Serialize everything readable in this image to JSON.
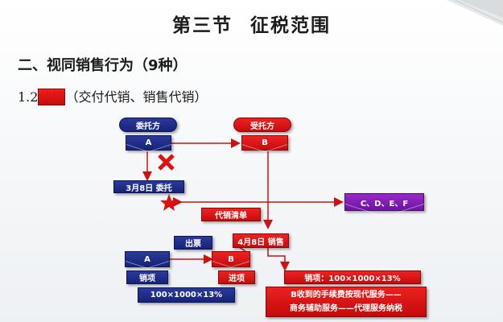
{
  "slide": {
    "title_left": "第三节",
    "title_right": "征税范围",
    "heading": "二、视同销售行为（9种）",
    "subheading_prefix": "1.2",
    "subheading_red": "代销",
    "subheading_rest": "（交付代销、销售代销）"
  },
  "diagram": {
    "consignor_label": "委托方",
    "consignee_label": "受托方",
    "node_a_top": "A",
    "node_b_top": "B",
    "date_consign": "3月8日 委托",
    "others": "C、D、E、F",
    "sales_list": "代销清单",
    "date_sale": "4月8日 销售",
    "invoice": "出票",
    "node_a_bottom": "A",
    "node_b_bottom": "B",
    "output_tax_left": "销项",
    "input_tax": "进项",
    "calc_left": "100×1000×13%",
    "calc_right": "销项：100×1000×13%",
    "fee_note_line1": "B收到的手续费按现代服务——",
    "fee_note_line2": "商务辅助服务——代理服务纳税"
  },
  "colors": {
    "navy": "#1a2680",
    "red": "#e01010",
    "purple": "#8a22b8"
  }
}
